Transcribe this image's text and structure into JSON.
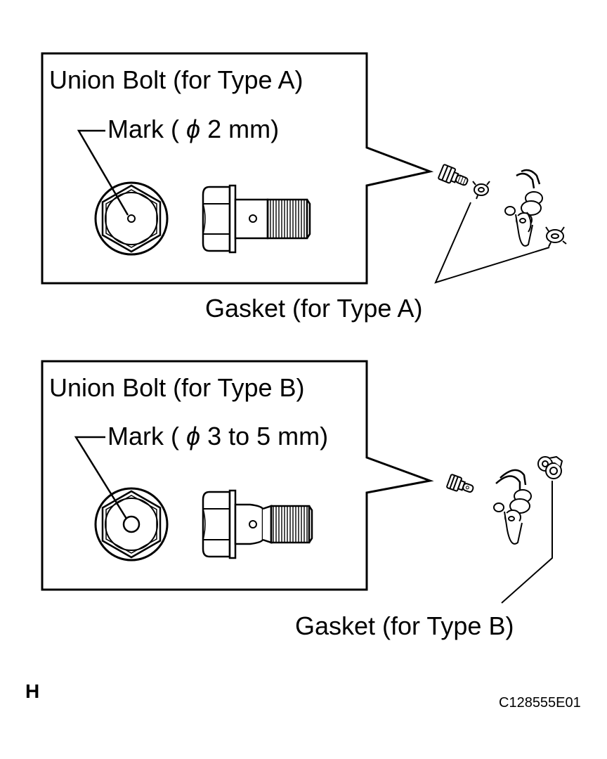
{
  "panel_a": {
    "title": "Union Bolt (for Type A)",
    "mark_label": "Mark (",
    "mark_phi": "ϕ",
    "mark_size": "2 mm)",
    "gasket_label": "Gasket (for Type A)"
  },
  "panel_b": {
    "title": "Union Bolt (for Type B)",
    "mark_label": "Mark (",
    "mark_phi": "ϕ",
    "mark_size": "3 to 5 mm)",
    "gasket_label": "Gasket (for Type B)"
  },
  "corner_letter": "H",
  "figure_code": "C128555E01"
}
